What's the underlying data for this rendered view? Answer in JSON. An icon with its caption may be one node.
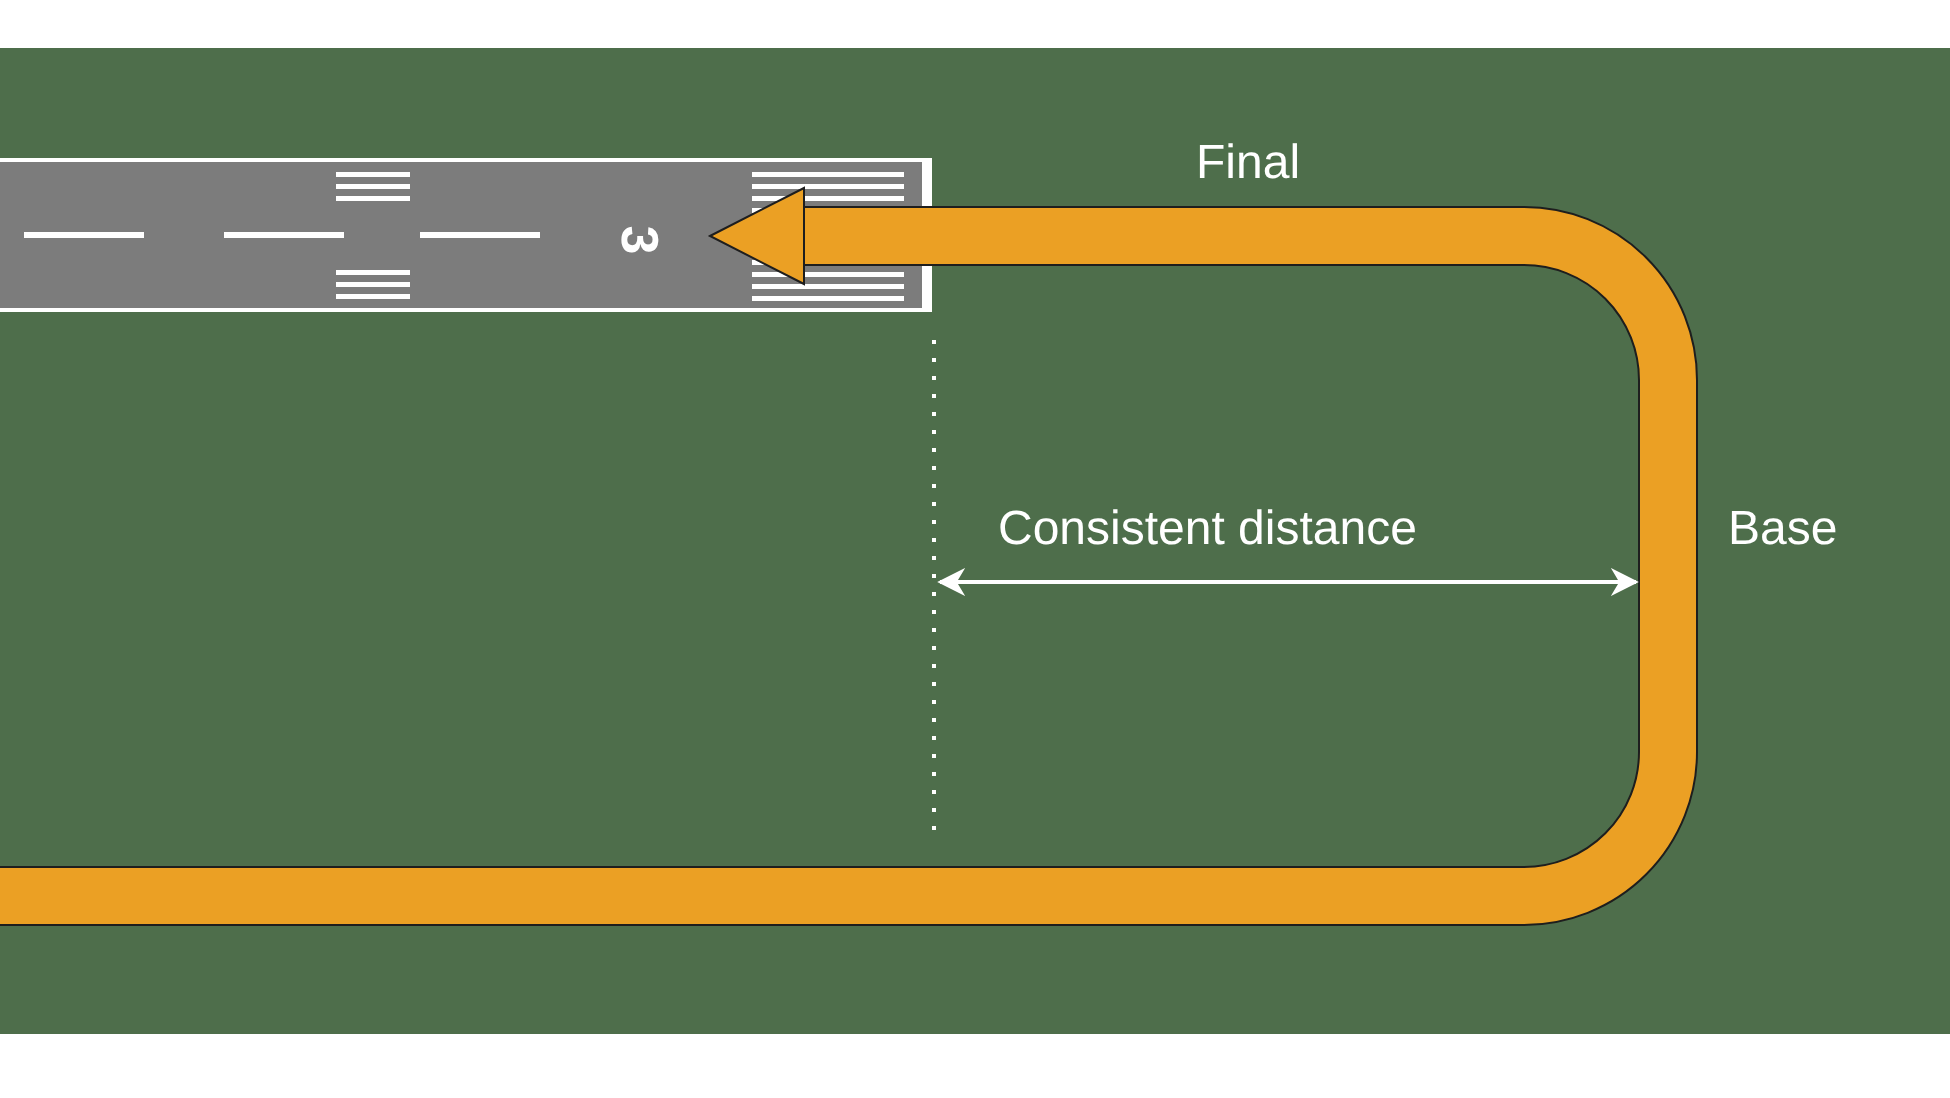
{
  "diagram": {
    "labels": [
      "3",
      "Final",
      "Consistent distance",
      "Base"
    ]
  }
}
